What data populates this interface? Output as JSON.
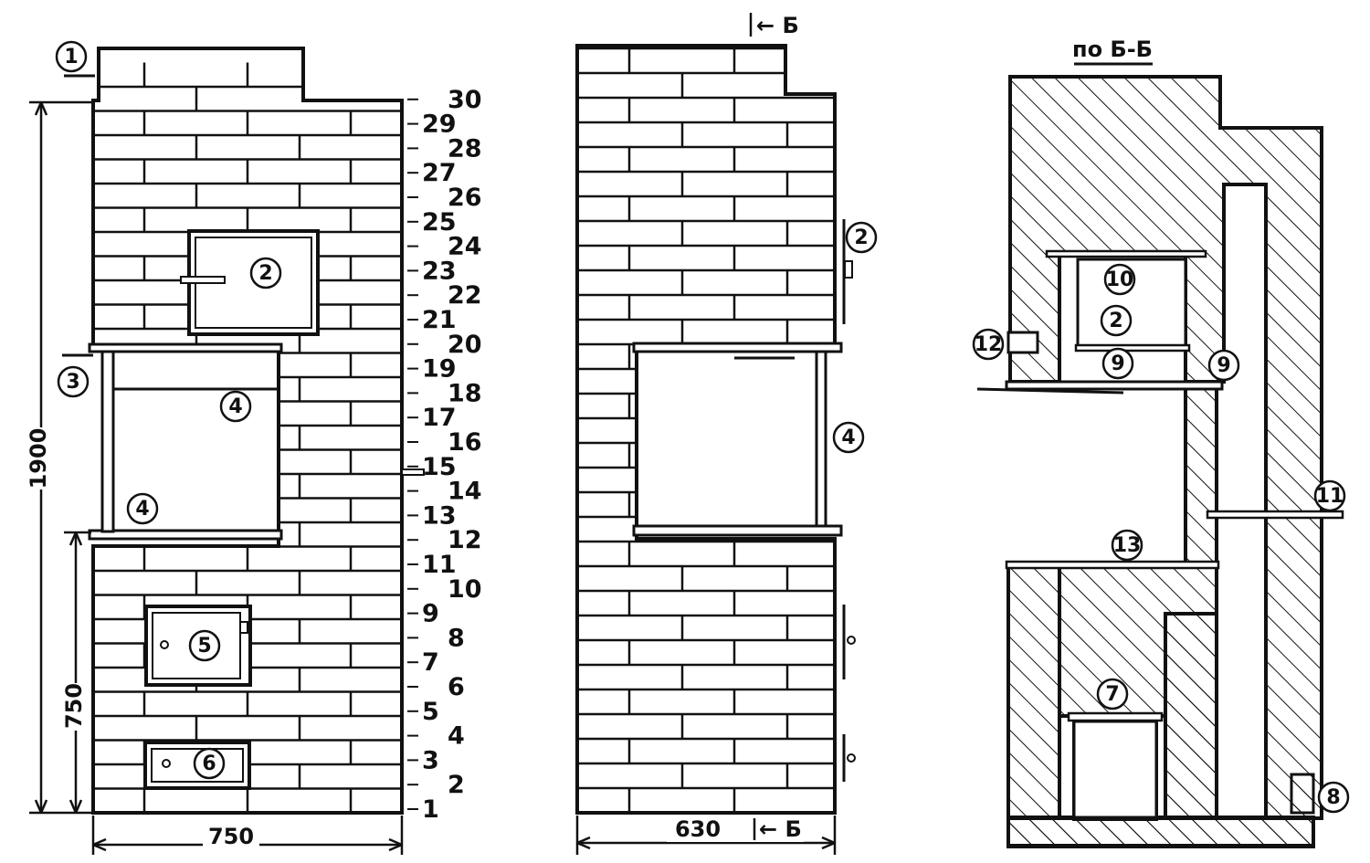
{
  "front_view": {
    "width_dim": "750",
    "height_dim": "1900",
    "lower_dim": "750",
    "callouts": [
      "1",
      "2",
      "3",
      "4",
      "4",
      "5",
      "6"
    ]
  },
  "row_numbers": [
    "1",
    "2",
    "3",
    "4",
    "5",
    "6",
    "7",
    "8",
    "9",
    "10",
    "11",
    "12",
    "13",
    "14",
    "15",
    "16",
    "17",
    "18",
    "19",
    "20",
    "21",
    "22",
    "23",
    "24",
    "25",
    "26",
    "27",
    "28",
    "29",
    "30"
  ],
  "side_view": {
    "width_dim": "630",
    "section_mark_top": "← Б",
    "section_mark_bottom": "← Б",
    "callouts": [
      "2",
      "4"
    ]
  },
  "section_view": {
    "title": "по Б-Б",
    "callouts": [
      "10",
      "2",
      "12",
      "9",
      "9",
      "11",
      "13",
      "7",
      "8"
    ]
  }
}
